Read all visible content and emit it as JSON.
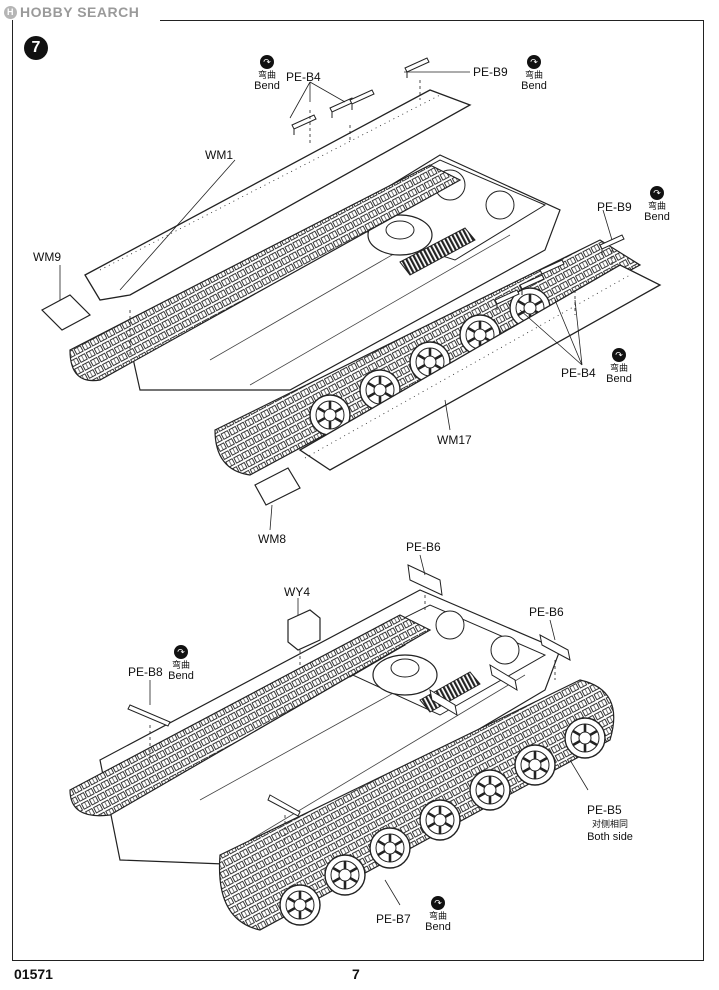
{
  "watermark": {
    "text": "HOBBY SEARCH",
    "logo": "H"
  },
  "step": "7",
  "parts": {
    "top": {
      "pe_b4_a": "PE-B4",
      "pe_b9_a": "PE-B9",
      "wm1": "WM1",
      "wm9": "WM9",
      "pe_b9_b": "PE-B9",
      "pe_b4_b": "PE-B4",
      "wm17": "WM17",
      "wm8": "WM8"
    },
    "bottom": {
      "pe_b6_a": "PE-B6",
      "wy4": "WY4",
      "pe_b6_b": "PE-B6",
      "pe_b8": "PE-B8",
      "pe_b5": "PE-B5",
      "pe_b7": "PE-B7"
    }
  },
  "bend": {
    "cn": "弯曲",
    "en": "Bend",
    "icon": "bend-arrow-icon"
  },
  "both_side": {
    "cn": "对侧相同",
    "en": "Both side"
  },
  "footer": {
    "code": "01571",
    "page": "7"
  }
}
